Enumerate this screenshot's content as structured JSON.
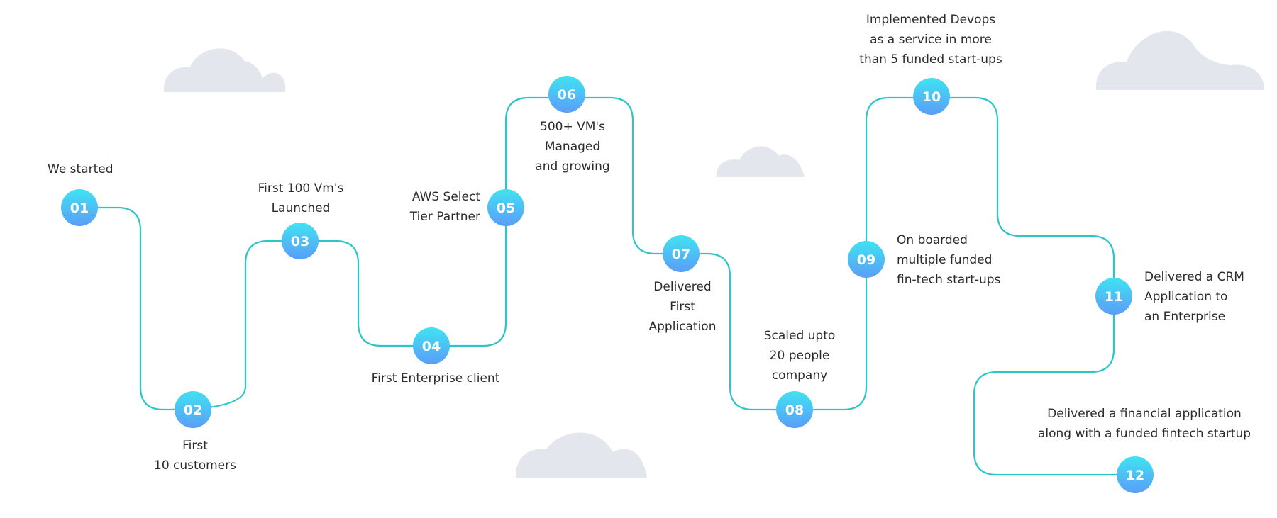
{
  "colors": {
    "path": "#2ec5c9",
    "node_top": "#3fe3f2",
    "node_bottom": "#5b9df7",
    "node_text": "#ffffff",
    "cloud": "#e4e6ee",
    "text": "#2b2b2b"
  },
  "milestones": [
    {
      "id": "01",
      "label": "We started"
    },
    {
      "id": "02",
      "label": "First\n10 customers"
    },
    {
      "id": "03",
      "label": "First 100 Vm's\nLaunched"
    },
    {
      "id": "04",
      "label": "First Enterprise client"
    },
    {
      "id": "05",
      "label": "AWS Select\nTier Partner"
    },
    {
      "id": "06",
      "label": "500+ VM's\nManaged\nand growing"
    },
    {
      "id": "07",
      "label": "Delivered\nFirst\nApplication"
    },
    {
      "id": "08",
      "label": "Scaled upto\n20 people\ncompany"
    },
    {
      "id": "09",
      "label": "On boarded\nmultiple funded\nfin-tech start-ups"
    },
    {
      "id": "10",
      "label": "Implemented Devops\nas a service in more\nthan 5 funded start-ups"
    },
    {
      "id": "11",
      "label": "Delivered a CRM\nApplication to\nan Enterprise"
    },
    {
      "id": "12",
      "label": "Delivered a financial application\nalong with a funded fintech startup"
    }
  ]
}
